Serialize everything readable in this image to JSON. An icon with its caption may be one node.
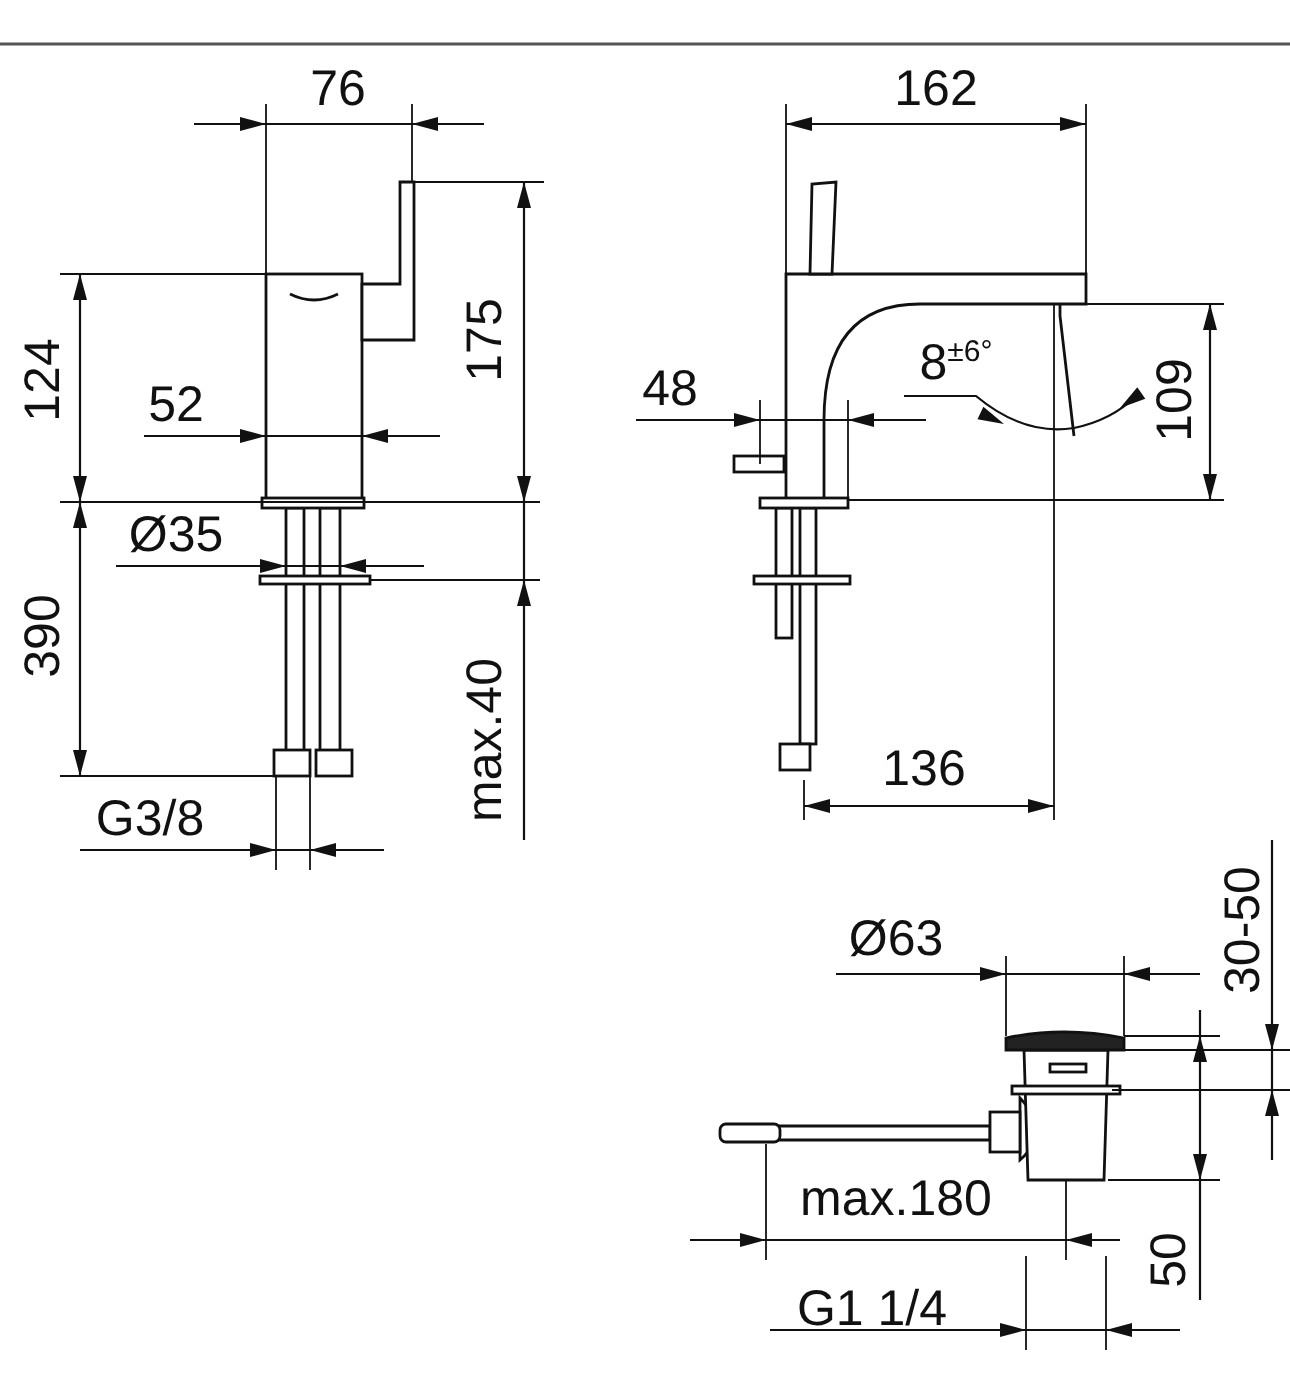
{
  "diagram": {
    "labels": [
      "76",
      "162",
      "124",
      "175",
      "52",
      "48",
      "8$^{±6°}$",
      "109",
      "Ø35",
      "390",
      "max.40",
      "G3/8",
      "136",
      "30-50",
      "Ø63",
      "max.180",
      "50",
      "G1 1/4"
    ]
  }
}
